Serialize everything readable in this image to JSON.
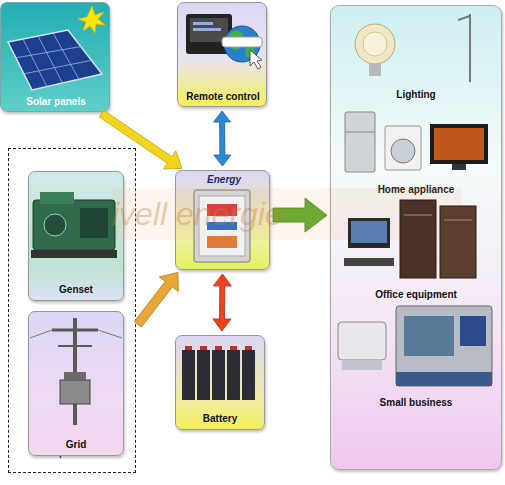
{
  "diagram": {
    "nodes": [
      {
        "text": [
          "Solar panels"
        ]
      },
      {
        "text": [
          "Remote control"
        ]
      },
      {
        "text": [
          "Energy"
        ]
      },
      {
        "text": [
          "Optional"
        ]
      },
      {
        "text": [
          "Genset"
        ],
        "in": 3
      },
      {
        "text": [
          "Grid"
        ],
        "in": 3
      },
      {
        "text": [
          "Battery"
        ]
      },
      {
        "text": [
          "Lighting",
          "Home appliance",
          "Office equipment",
          "Small business"
        ]
      }
    ],
    "edges": [
      {
        "from": 0,
        "to": 2,
        "arrow": "to"
      },
      {
        "from": 1,
        "to": 2,
        "arrow": "both"
      },
      {
        "from": 3,
        "to": 2,
        "arrow": "to"
      },
      {
        "from": 2,
        "to": 6,
        "arrow": "both"
      },
      {
        "from": 2,
        "to": 7,
        "arrow": "to"
      }
    ],
    "labels": [
      "ivell energie"
    ]
  }
}
